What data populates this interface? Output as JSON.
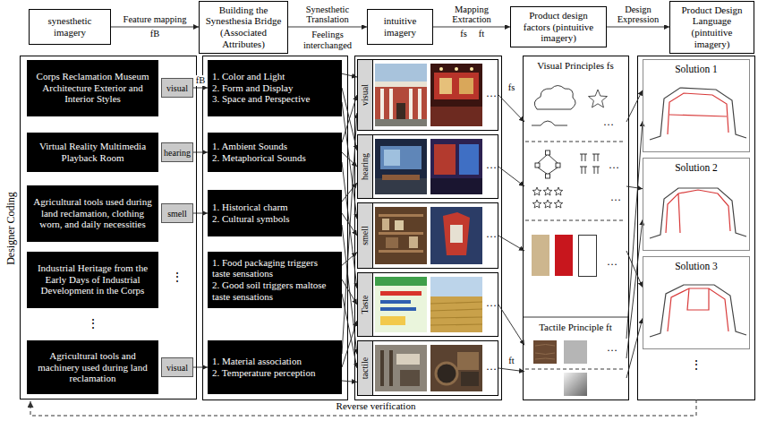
{
  "diagram": {
    "nodes": [
      {
        "text": [
          "synesthetic imagery"
        ]
      },
      {
        "text": [
          "Building the Synesthesia Bridge (Associated Attributes)"
        ]
      },
      {
        "text": [
          "intuitive imagery"
        ]
      },
      {
        "text": [
          "Product design factors (pintuitive imagery)"
        ]
      },
      {
        "text": [
          "Product Design Language (pintuitive imagery)"
        ]
      },
      {
        "text": [
          "Designer Coding"
        ]
      },
      {
        "text": [
          "Corps Reclamation Museum Architecture Exterior and Interior Styles"
        ],
        "in": 5
      },
      {
        "text": [
          "visual"
        ],
        "in": 5
      },
      {
        "text": [
          "Virtual Reality Multimedia Playback Room"
        ],
        "in": 5
      },
      {
        "text": [
          "hearing"
        ],
        "in": 5
      },
      {
        "text": [
          "Agricultural tools used during land reclamation, clothing worn, and daily necessities"
        ],
        "in": 5
      },
      {
        "text": [
          "smell"
        ],
        "in": 5
      },
      {
        "text": [
          "Industrial Heritage from the Early Days of Industrial Development in the Corps"
        ],
        "in": 5
      },
      {
        "text": [
          "Agricultural tools and machinery used during land reclamation"
        ],
        "in": 5
      },
      {
        "text": [
          "visual"
        ],
        "in": 5
      },
      {
        "text": [
          "1. Color and Light",
          "2. Form and Display",
          "3. Space and Perspective"
        ]
      },
      {
        "text": [
          "1. Ambient Sounds",
          "2. Metaphorical Sounds"
        ]
      },
      {
        "text": [
          "1. Historical charm",
          "2. Cultural symbols"
        ]
      },
      {
        "text": [
          "1. Food packaging triggers taste sensations",
          "2. Good soil triggers maltose taste sensations"
        ]
      },
      {
        "text": [
          "1. Material association",
          "2. Temperature perception"
        ]
      },
      {
        "text": [
          "visual"
        ]
      },
      {
        "text": [
          "hearing"
        ]
      },
      {
        "text": [
          "smell"
        ]
      },
      {
        "text": [
          "Taste"
        ]
      },
      {
        "text": [
          "tactile"
        ]
      },
      {
        "text": [
          "Visual Principles fs"
        ]
      },
      {
        "text": [
          "Tactile Principle ft"
        ]
      },
      {
        "text": [
          "Solution 1"
        ]
      },
      {
        "text": [
          "Solution 2"
        ]
      },
      {
        "text": [
          "Solution 3"
        ]
      }
    ],
    "edges": [
      {
        "from": 0,
        "to": 1,
        "arrow": "to",
        "label": "Feature mapping"
      },
      {
        "from": 1,
        "to": 2,
        "arrow": "to",
        "label": "Synesthetic Translation"
      },
      {
        "from": 2,
        "to": 3,
        "arrow": "to",
        "label": "Mapping Extraction"
      },
      {
        "from": 3,
        "to": 4,
        "arrow": "to",
        "label": "Design Expression"
      },
      {
        "from": 7,
        "to": 15,
        "arrow": "to",
        "label": "fB"
      },
      {
        "from": 9,
        "to": 16,
        "arrow": "to"
      },
      {
        "from": 11,
        "to": 17,
        "arrow": "to"
      },
      {
        "from": 14,
        "to": 19,
        "arrow": "to"
      },
      {
        "from": 15,
        "to": 20,
        "arrow": "to"
      },
      {
        "from": 15,
        "to": 21,
        "arrow": "to"
      },
      {
        "from": 15,
        "to": 22,
        "arrow": "to"
      },
      {
        "from": 16,
        "to": 20,
        "arrow": "to"
      },
      {
        "from": 16,
        "to": 21,
        "arrow": "to"
      },
      {
        "from": 16,
        "to": 23,
        "arrow": "to"
      },
      {
        "from": 17,
        "to": 21,
        "arrow": "to"
      },
      {
        "from": 17,
        "to": 22,
        "arrow": "to"
      },
      {
        "from": 17,
        "to": 24,
        "arrow": "to"
      },
      {
        "from": 18,
        "to": 22,
        "arrow": "to"
      },
      {
        "from": 18,
        "to": 23,
        "arrow": "to"
      },
      {
        "from": 18,
        "to": 24,
        "arrow": "to"
      },
      {
        "from": 19,
        "to": 20,
        "arrow": "to"
      },
      {
        "from": 19,
        "to": 23,
        "arrow": "to"
      },
      {
        "from": 19,
        "to": 24,
        "arrow": "to"
      },
      {
        "from": 20,
        "to": 25,
        "arrow": "to",
        "label": "fs"
      },
      {
        "from": 21,
        "to": 25,
        "arrow": "to"
      },
      {
        "from": 22,
        "to": 25,
        "arrow": "to"
      },
      {
        "from": 23,
        "to": 26,
        "arrow": "to"
      },
      {
        "from": 24,
        "to": 26,
        "arrow": "to",
        "label": "ft"
      },
      {
        "from": 25,
        "to": 27,
        "arrow": "to"
      },
      {
        "from": 25,
        "to": 28,
        "arrow": "to"
      },
      {
        "from": 25,
        "to": 29,
        "arrow": "to"
      },
      {
        "from": 26,
        "to": 27,
        "arrow": "to"
      },
      {
        "from": 26,
        "to": 28,
        "arrow": "to"
      },
      {
        "from": 26,
        "to": 29,
        "arrow": "to"
      }
    ],
    "labels": [
      "fB",
      "Feelings interchanged",
      "fs",
      "ft",
      "⋮",
      "⋮",
      "…",
      "…",
      "…",
      "…",
      "…",
      "…",
      "…",
      "…",
      "…",
      "…",
      "⋮",
      "Reverse verification"
    ]
  }
}
